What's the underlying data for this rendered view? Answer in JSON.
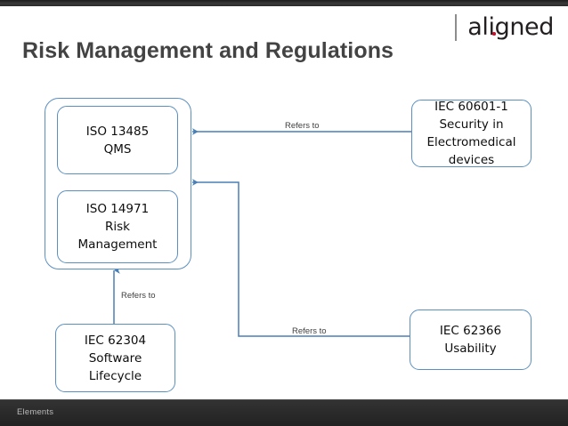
{
  "slide": {
    "title": "Risk Management and Regulations",
    "background": "#ffffff",
    "title_color": "#434343"
  },
  "brand": {
    "name": "aligned",
    "accent_color": "#c8102e",
    "bar_color": "#8d8d8d"
  },
  "diagram": {
    "type": "flow",
    "accent_color": "#5b8fc0",
    "group": {
      "name": "standards-group",
      "children": [
        "node-qms",
        "node-risk"
      ]
    },
    "nodes": [
      {
        "id": "node-qms",
        "label": "ISO 13485\nQMS"
      },
      {
        "id": "node-risk",
        "label": "ISO 14971\nRisk\nManagement"
      },
      {
        "id": "node-60601",
        "label": "IEC 60601-1\nSecurity in\nElectromedical\ndevices"
      },
      {
        "id": "node-62366",
        "label": "IEC 62366\nUsability"
      },
      {
        "id": "node-62304",
        "label": "IEC 62304\nSoftware\nLifecycle"
      }
    ],
    "edges": [
      {
        "id": "edge-60601-to-qms",
        "label": "Refers to",
        "from": "node-60601",
        "to": "node-qms"
      },
      {
        "id": "edge-62366-to-group",
        "label": "Refers to",
        "from": "node-62366",
        "to": "standards-group"
      },
      {
        "id": "edge-62304-to-group",
        "label": "Refers to",
        "from": "node-62304",
        "to": "standards-group"
      }
    ]
  },
  "footer": {
    "label": "Elements",
    "background": "#2b2b2b",
    "text_color": "#b9b9b9"
  }
}
